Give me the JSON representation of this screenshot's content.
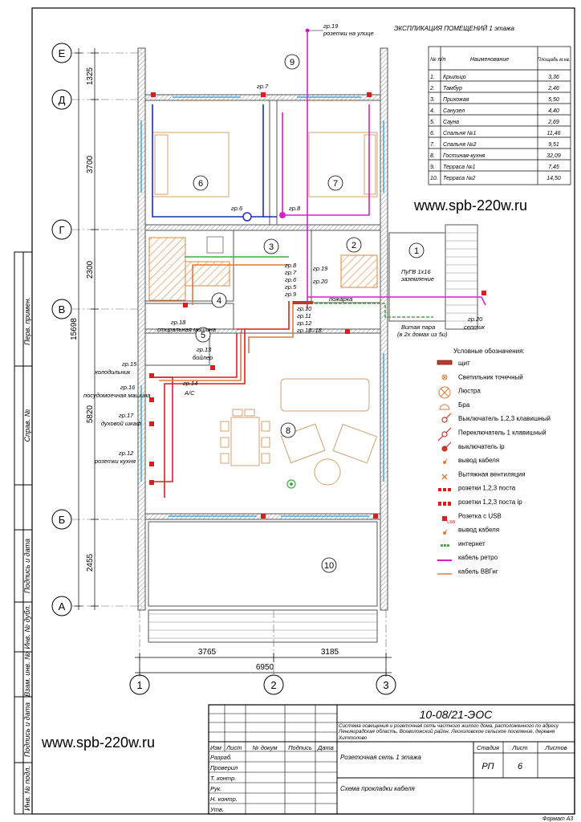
{
  "axes": {
    "rows": [
      "Е",
      "Д",
      "Г",
      "В",
      "Б",
      "А"
    ],
    "cols": [
      "1",
      "2",
      "3"
    ],
    "dims_vertical": [
      "1325",
      "3700",
      "2300",
      "15698",
      "5820",
      "2455"
    ],
    "dims_horizontal": [
      "3765",
      "3185",
      "6950"
    ]
  },
  "rooms": [
    "1",
    "2",
    "3",
    "4",
    "5",
    "6",
    "7",
    "8",
    "9",
    "10"
  ],
  "explication": {
    "title": "ЭКСПЛИКАЦИЯ ПОМЕЩЕНИЙ 1 этажа",
    "headers": [
      "№ п/п",
      "Наименование",
      "Площадь м.кв."
    ],
    "rows": [
      [
        "1.",
        "Крыльцо",
        "3,36"
      ],
      [
        "2.",
        "Тамбур",
        "2,46"
      ],
      [
        "3.",
        "Прихожая",
        "5,50"
      ],
      [
        "4.",
        "Санузел",
        "4,40"
      ],
      [
        "5.",
        "Сауна",
        "2,69"
      ],
      [
        "6.",
        "Спальня №1",
        "11,46"
      ],
      [
        "7.",
        "Спальня №2",
        "9,51"
      ],
      [
        "8.",
        "Гостиная-кухня",
        "32,09"
      ],
      [
        "9.",
        "Терраса №1",
        "7,45"
      ],
      [
        "10.",
        "Терраса №2",
        "14,50"
      ]
    ]
  },
  "watermark": "www.spb-220w.ru",
  "groups": {
    "g19": "гр.19",
    "g19_desc": "розетки на улице",
    "g7": "гр.7",
    "g6": "гр.6",
    "g8": "гр.8",
    "list_a": [
      "гр.8",
      "гр.7",
      "гр.6",
      "гр.5",
      "гр.9"
    ],
    "g19b": "гр.19",
    "g20": "гр.20",
    "pozharka": "пожарка",
    "list_b": [
      "гр.10",
      "гр.11",
      "гр.12",
      "гр.13–18"
    ],
    "g18": "гр.18",
    "g18_desc": "стиральная машина",
    "g13": "гр.13",
    "g13_desc": "бойлер",
    "g14": "гр.14",
    "g14_desc": "А/С",
    "g15": "гр.15",
    "g15_desc": "холодильник",
    "g16": "гр.16",
    "g16_desc": "посудомоечная машина",
    "g17": "гр.17",
    "g17_desc": "духовой шкаф",
    "g12": "гр.12",
    "g12_desc": "розетки кухня",
    "g20b": "гр.20",
    "g20b_desc": "септик",
    "pugv": "ПуГВ 1х16",
    "pugv_desc": "заземление",
    "twisted": "Витая пара",
    "twisted_desc": "(в 2х домах из 5и)"
  },
  "legend": {
    "title": "Условные обозначения:",
    "items": [
      "щит",
      "Светильник точечный",
      "Люстра",
      "Бра",
      "Выключатель 1,2,3 клавишный",
      "Переключатель 1 клавишный",
      "выключатель ip",
      "вывод кабеля",
      "Вытяжная вентиляция",
      "розетки 1,2,3 поста",
      "розетки 1,2,3 поста ip",
      "Розетка с USB",
      "вывод кабеля",
      "интернет",
      "кабель ретро",
      "кабель ВВГнг"
    ]
  },
  "margin_labels": [
    "Перв. примен.",
    "Справ. №",
    "Подпись и дата",
    "Инв. № дубл.",
    "Взам. инв. №",
    "Подпись и дата",
    "Инв. № подл."
  ],
  "stamp": {
    "code": "10-08/21-ЭОС",
    "description": "Система освещения и розеточная сеть частного жилого дома, расположенного по адресу Ленинградская область, Всеволожский район, Лесколовское сельское поселение, деревня Хиттолово",
    "sheet_title": "Розеточная сеть 1 этажа",
    "drawing_title": "Схема прокладки кабеля",
    "cols": [
      "Изм",
      "Лист",
      "№ докум",
      "Подпись",
      "Дата"
    ],
    "roles": [
      "Разраб.",
      "Проверил",
      "Т. контр.",
      "Рук.",
      "Н. контр.",
      "Утв."
    ],
    "stage_label": "Стадия",
    "sheet_label": "Лист",
    "sheets_label": "Листов",
    "stage": "РП",
    "sheet": "6",
    "sheets": ""
  },
  "format": "Формат А3",
  "colors": {
    "blue": "#1a2fb8",
    "magenta": "#d61fd1",
    "red": "#d81f1f",
    "orange": "#e07b3a",
    "green": "#3fae3f",
    "wall": "#555555",
    "hatch": "#e0843a"
  }
}
